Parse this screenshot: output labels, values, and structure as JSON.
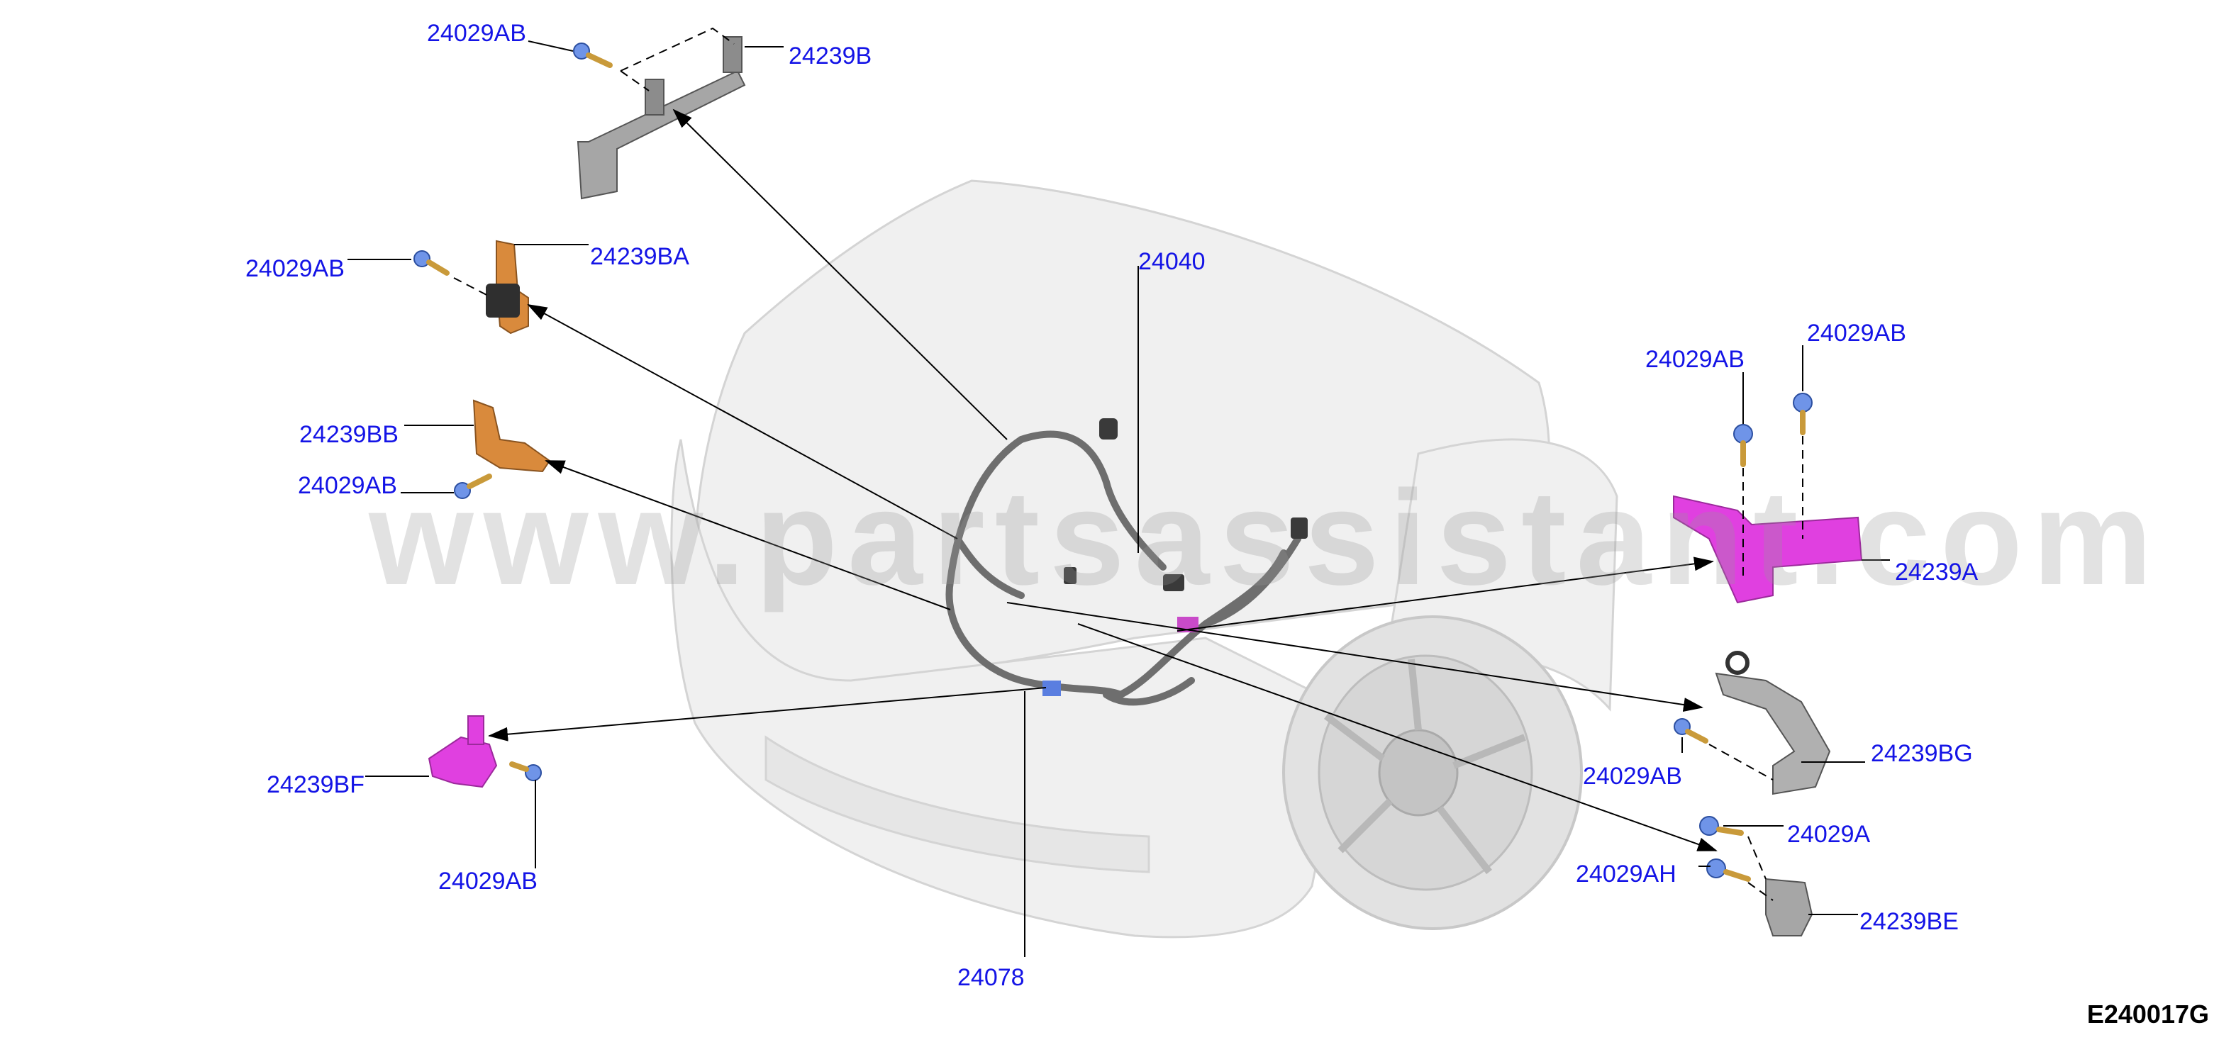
{
  "watermark": "www.partsassistant.com",
  "figure_code": "E240017G",
  "labels": {
    "a": "24029AB",
    "b": "24239B",
    "c": "24029AB",
    "d": "24239BA",
    "e": "24040",
    "f": "24239BB",
    "g": "24029AB",
    "h": "24029AB",
    "i": "24029AB",
    "j": "24239A",
    "k": "24239BG",
    "l": "24029AB",
    "m": "24239BF",
    "n": "24029AB",
    "o": "24029A",
    "p": "24029AH",
    "q": "24239BE",
    "r": "24078"
  },
  "colors": {
    "label": "#1414e6",
    "orange_bracket": "#d98a3c",
    "magenta_bracket": "#e040e0",
    "gray_bracket": "#9a9a9a",
    "bolt": "#6f94e8"
  }
}
